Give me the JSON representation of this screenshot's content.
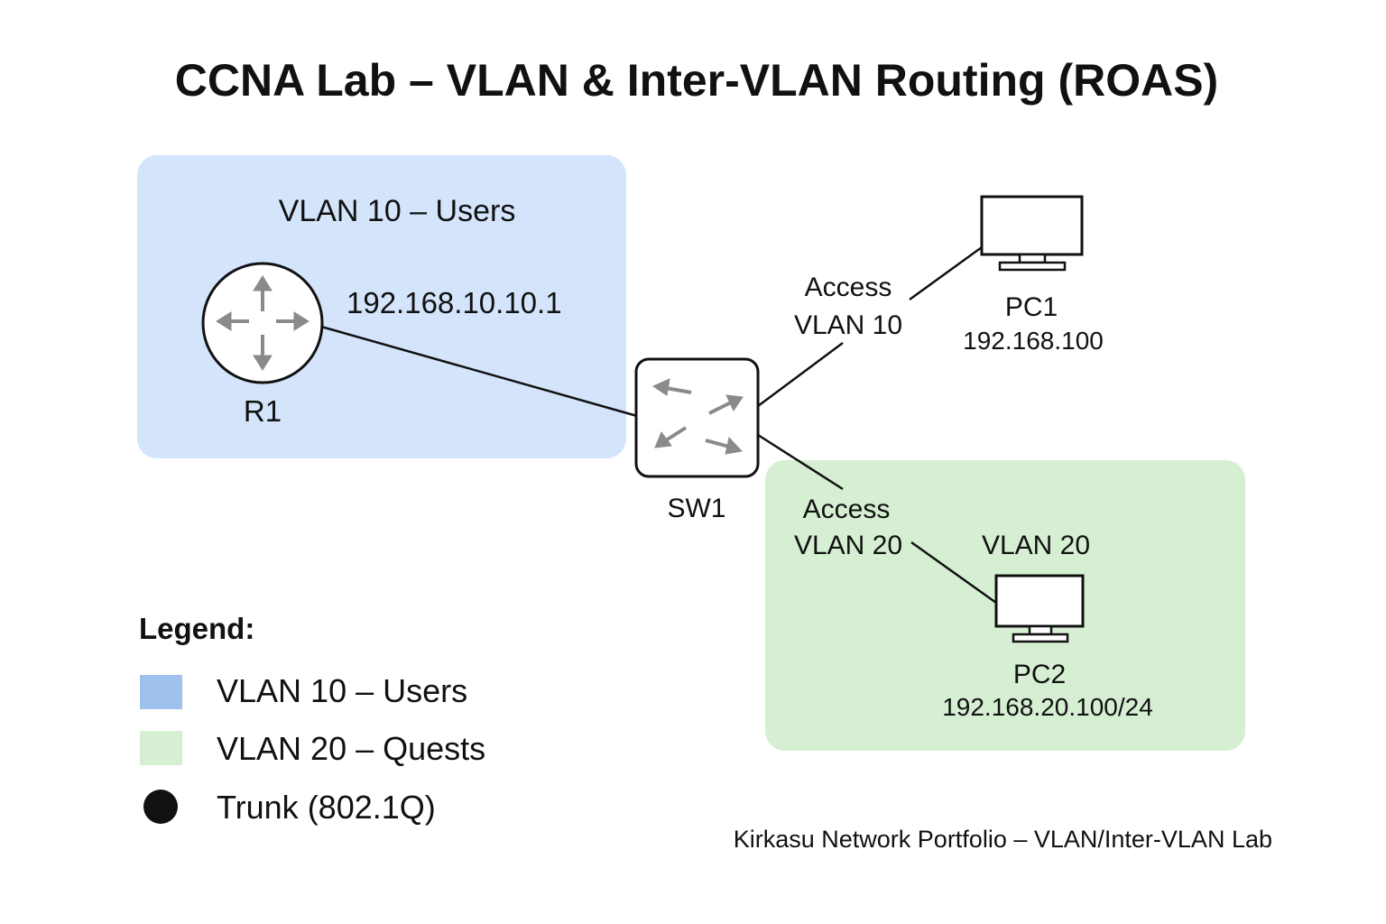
{
  "title": "CCNA Lab – VLAN & Inter-VLAN Routing (ROAS)",
  "zones": {
    "vlan10": {
      "label": "VLAN 10 – Users",
      "color": "#d4e5fb"
    },
    "vlan20": {
      "label": "VLAN 20",
      "color": "#d6efd3"
    }
  },
  "devices": {
    "r1": {
      "label": "R1",
      "ip": "192.168.10.10.1",
      "icon": "router-icon"
    },
    "sw1": {
      "label": "SW1",
      "icon": "switch-icon"
    },
    "pc1": {
      "label": "PC1",
      "ip": "192.168.100",
      "icon": "monitor-icon"
    },
    "pc2": {
      "label": "PC2",
      "ip": "192.168.20.100/24",
      "icon": "monitor-icon"
    }
  },
  "links": {
    "sw1_pc1": {
      "line1": "Access",
      "line2": "VLAN 10"
    },
    "sw1_pc2": {
      "line1": "Access",
      "line2": "VLAN 20"
    }
  },
  "legend": {
    "heading": "Legend:",
    "items": [
      {
        "label": "VLAN 10 – Users",
        "swatch": "#9fc1ee",
        "shape": "square"
      },
      {
        "label": "VLAN 20 – Quests",
        "swatch": "#d6efd3",
        "shape": "square"
      },
      {
        "label": "Trunk (802.1Q)",
        "swatch": "#111111",
        "shape": "circle"
      }
    ]
  },
  "footer": "Kirkasu Network Portfolio – VLAN/Inter-VLAN Lab",
  "colors": {
    "line": "#111111",
    "device_arrow": "#8a8a8a"
  }
}
